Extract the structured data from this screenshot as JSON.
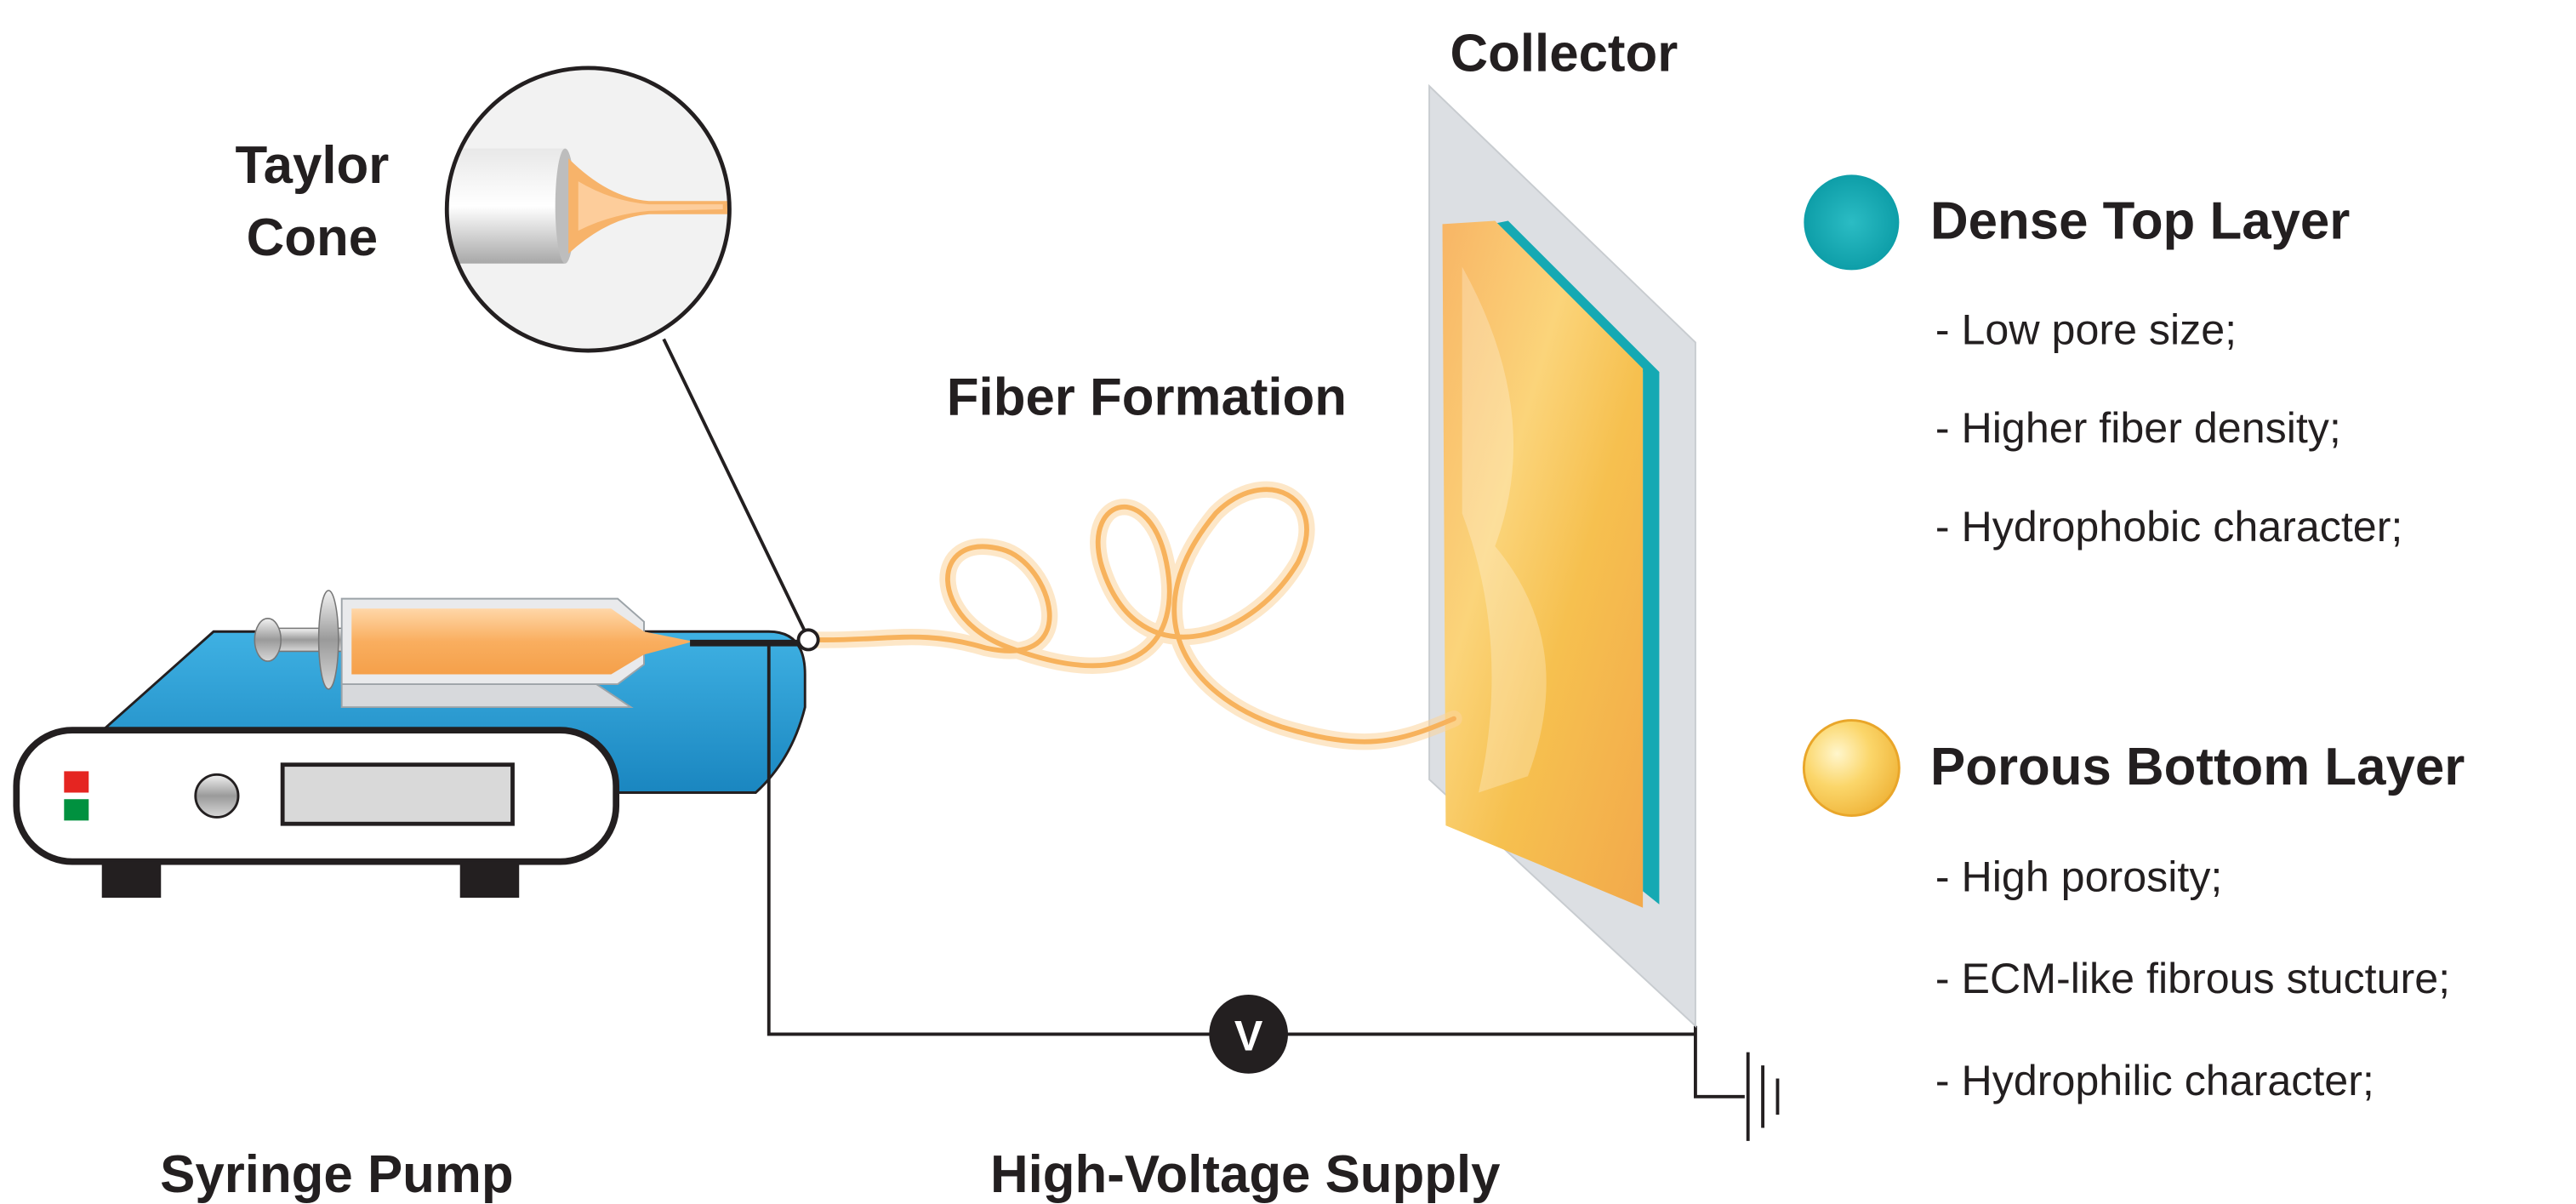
{
  "labels": {
    "taylor_cone_line1": "Taylor",
    "taylor_cone_line2": "Cone",
    "collector": "Collector",
    "fiber_formation": "Fiber Formation",
    "syringe_pump": "Syringe Pump",
    "high_voltage_supply": "High-Voltage Supply",
    "voltmeter_symbol": "V"
  },
  "legend": {
    "dense_top_layer": {
      "title": "Dense Top Layer",
      "color": "#15a9b3",
      "items": [
        "- Low pore size;",
        "- Higher fiber density;",
        "- Hydrophobic character;"
      ]
    },
    "porous_bottom_layer": {
      "title": "Porous Bottom Layer",
      "color": "#f6c65a",
      "items": [
        "- High porosity;",
        "- ECM-like fibrous stucture;",
        "- Hydrophilic character;"
      ]
    }
  },
  "colors": {
    "pump_blue": "#1a8fc8",
    "fiber_orange": "#f9b86a",
    "collector_gray": "#dcdfe3",
    "text": "#231f20"
  }
}
